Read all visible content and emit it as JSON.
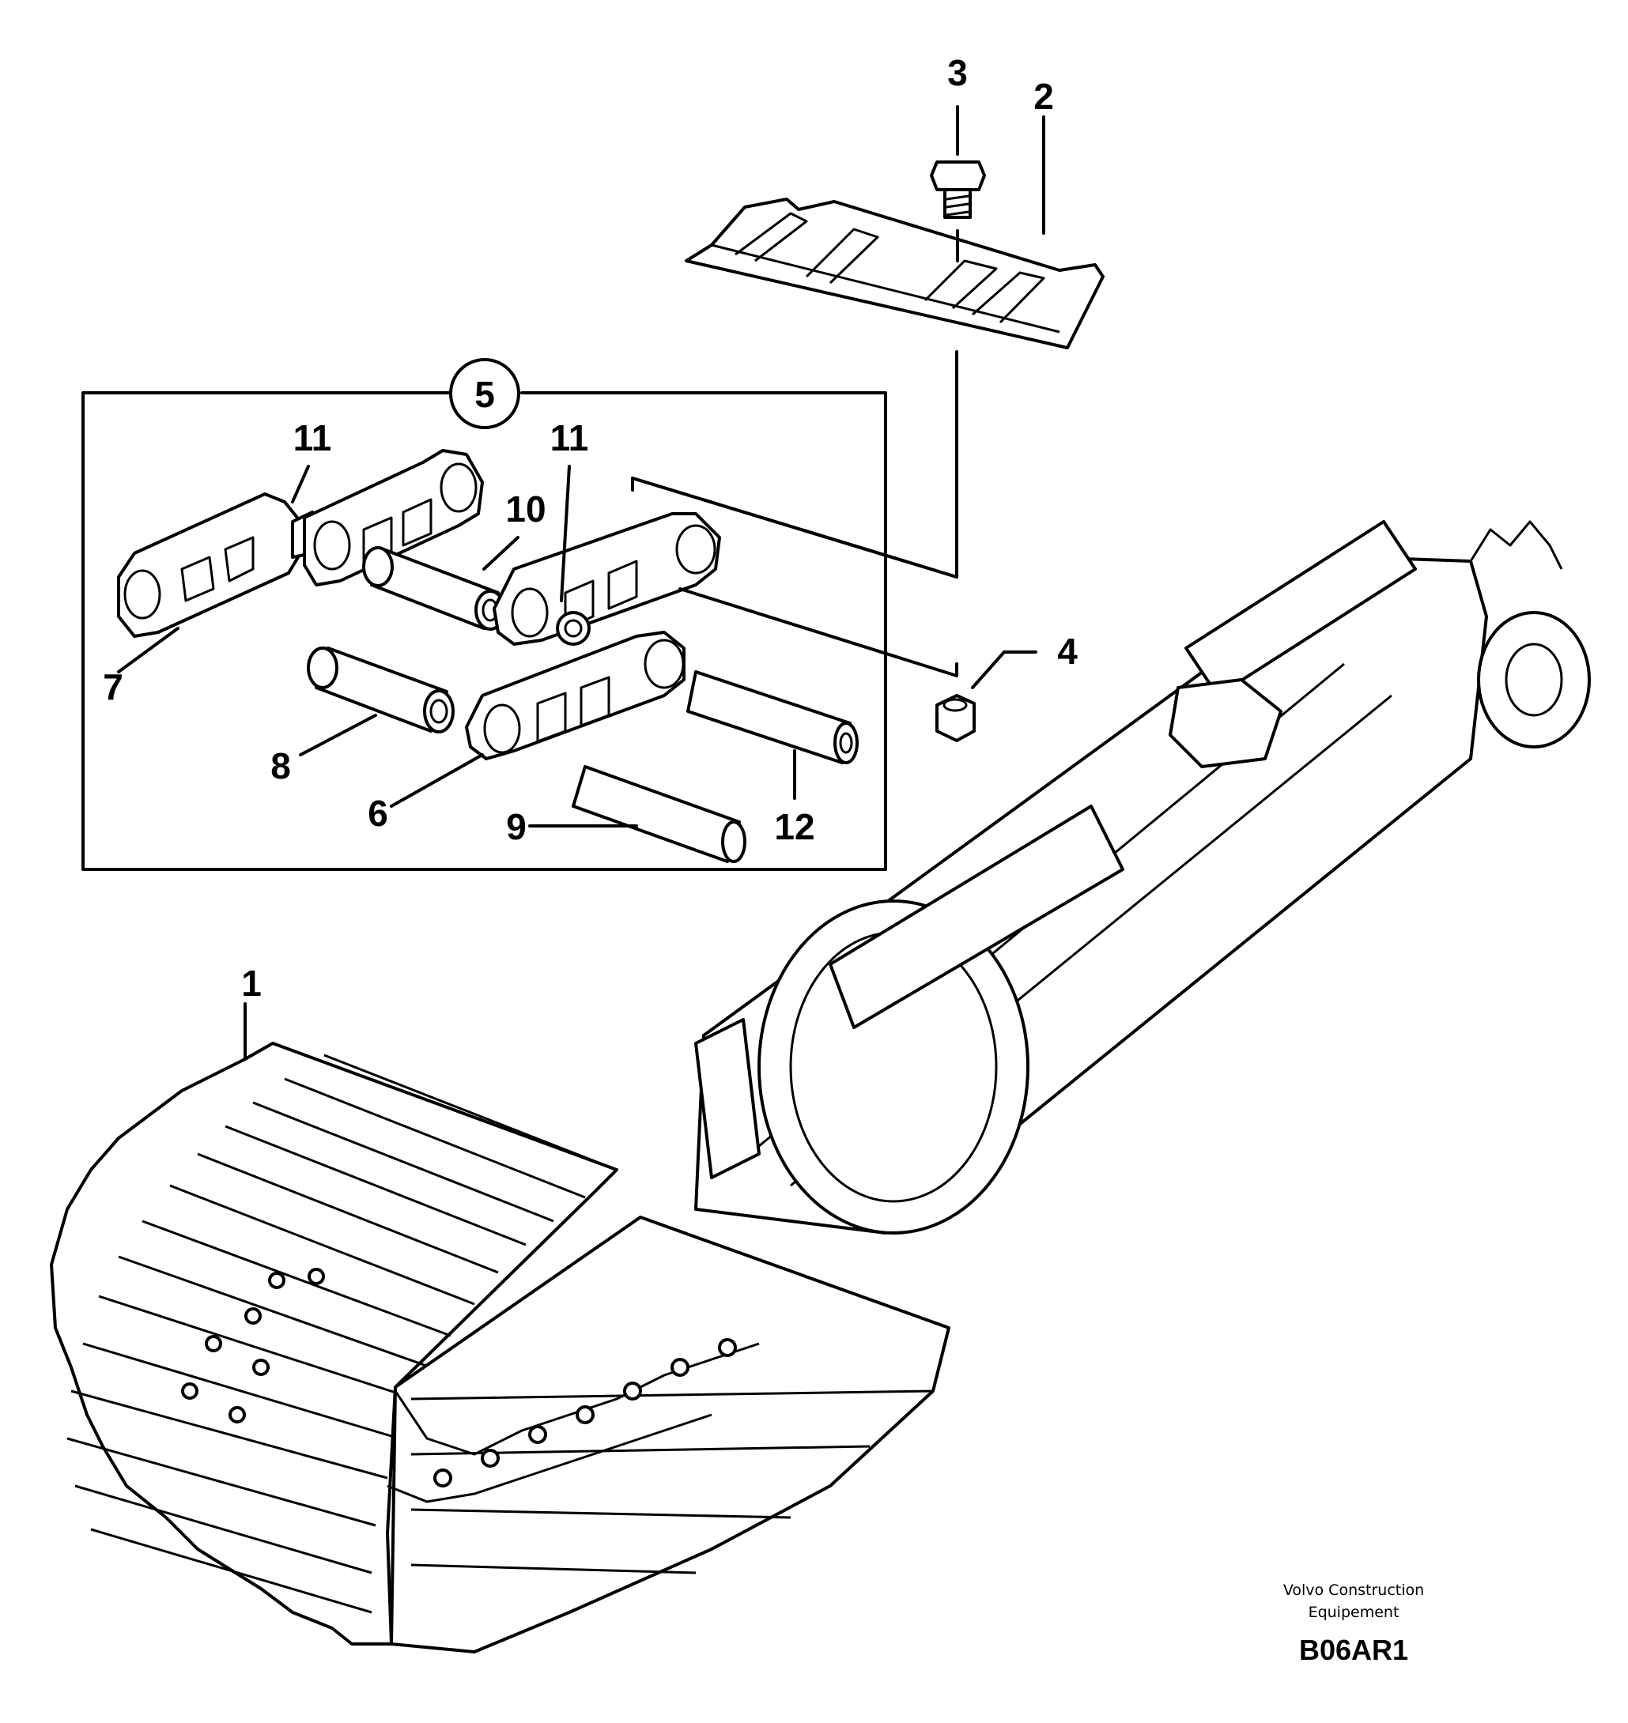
{
  "diagram": {
    "callouts": {
      "c1": "1",
      "c2": "2",
      "c3": "3",
      "c4": "4",
      "c5": "5",
      "c6": "6",
      "c7": "7",
      "c8": "8",
      "c9": "9",
      "c10": "10",
      "c11a": "11",
      "c11b": "11",
      "c12": "12"
    },
    "manufacturer_line1": "Volvo Construction",
    "manufacturer_line2": "Equipement",
    "drawing_code": "B06AR1"
  }
}
